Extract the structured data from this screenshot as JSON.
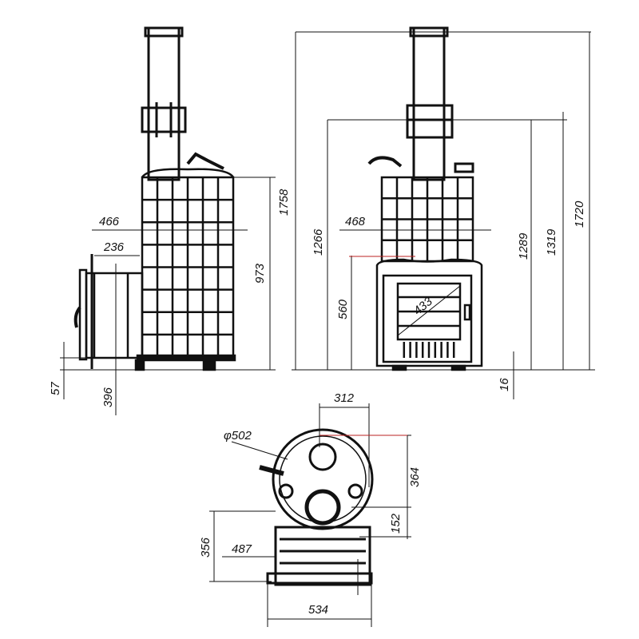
{
  "side_view": {
    "dims": {
      "width_466": "466",
      "width_236": "236",
      "height_973": "973",
      "height_1758": "1758",
      "height_57": "57",
      "height_396": "396"
    }
  },
  "front_view": {
    "dims": {
      "width_468": "468",
      "height_1266": "1266",
      "height_560": "560",
      "diag_433": "433",
      "height_1289": "1289",
      "height_1319": "1319",
      "height_1720": "1720",
      "height_16": "16"
    }
  },
  "top_view": {
    "dims": {
      "width_312": "312",
      "diameter_502": "φ502",
      "length_364": "364",
      "length_152": "152",
      "length_356": "356",
      "width_487": "487",
      "width_534": "534"
    }
  }
}
